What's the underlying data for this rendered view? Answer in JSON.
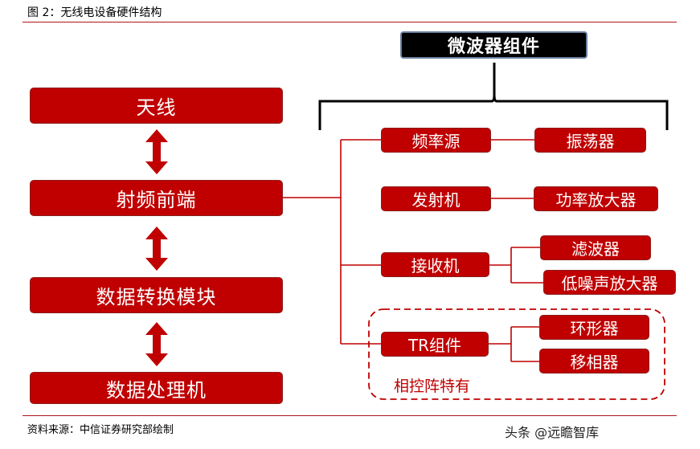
{
  "caption": "图 2：无线电设备硬件结构",
  "left_column": {
    "antenna": "天线",
    "rf_frontend": "射频前端",
    "data_conversion": "数据转换模块",
    "data_processor": "数据处理机"
  },
  "microwave": {
    "title": "微波器组件",
    "freq_source": "频率源",
    "oscillator": "振荡器",
    "transmitter": "发射机",
    "power_amp": "功率放大器",
    "receiver": "接收机",
    "filter": "滤波器",
    "lna": "低噪声放大器",
    "tr_component": "TR组件",
    "circulator": "环形器",
    "phase_shifter": "移相器",
    "phased_array_note": "相控阵特有"
  },
  "footer": {
    "source": "资料来源：中信证券研究部绘制",
    "watermark": "头条 @远瞻智库"
  },
  "colors": {
    "box_fill": "#c00000",
    "accent_line": "#b0141a",
    "title_box": "#000000"
  }
}
